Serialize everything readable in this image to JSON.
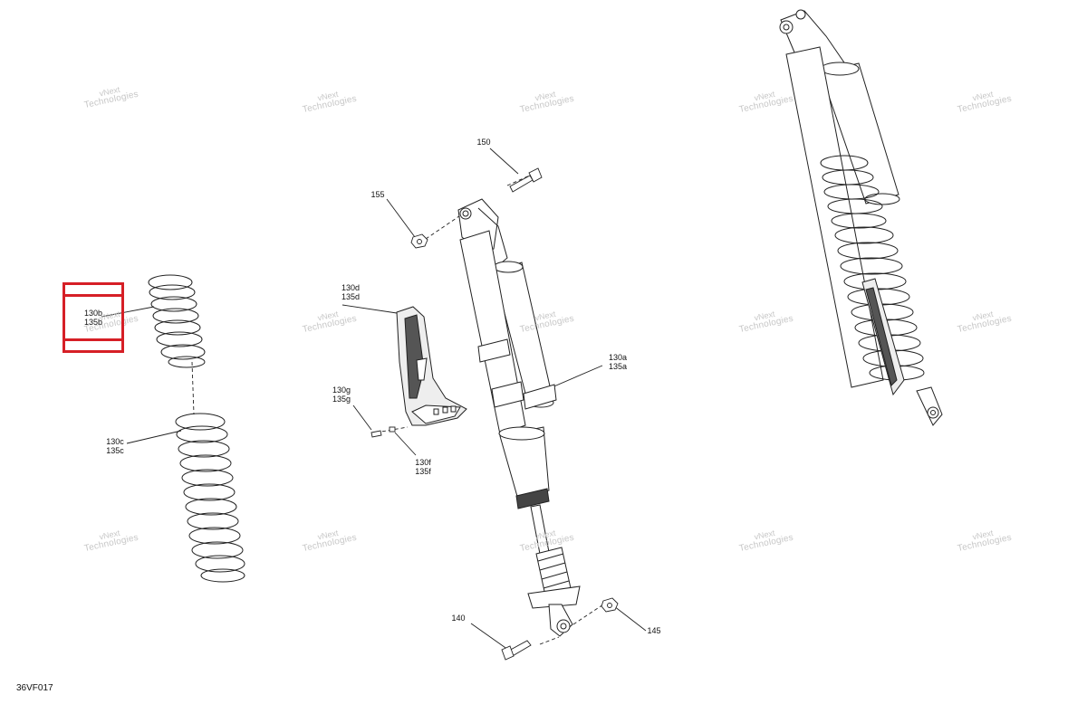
{
  "diagram": {
    "document_code": "36VF017",
    "watermark": {
      "line1": "vNext",
      "line2": "Technologies"
    },
    "highlight_color": "#d61f26",
    "highlighted_callout": "130b / 135b",
    "callouts": [
      {
        "id": "c150",
        "text": "150"
      },
      {
        "id": "c155",
        "text": "155"
      },
      {
        "id": "c130d",
        "text": "130d\n135d"
      },
      {
        "id": "c130b",
        "text": "130b\n135b"
      },
      {
        "id": "c130g",
        "text": "130g\n135g"
      },
      {
        "id": "c130f",
        "text": "130f\n135f"
      },
      {
        "id": "c130a",
        "text": "130a\n135a"
      },
      {
        "id": "c130c",
        "text": "130c\n135c"
      },
      {
        "id": "c140",
        "text": "140"
      },
      {
        "id": "c145",
        "text": "145"
      }
    ]
  }
}
